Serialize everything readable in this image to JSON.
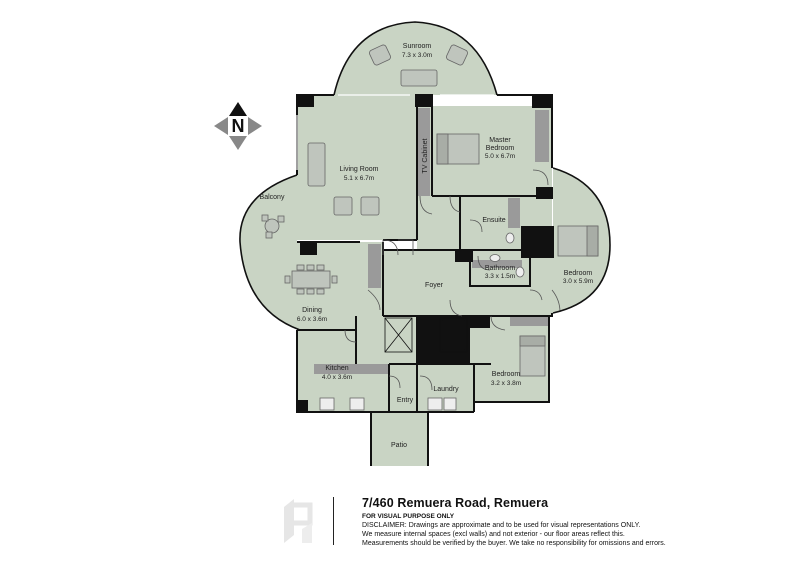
{
  "compass": {
    "letter": "N",
    "icon": "north-compass-icon"
  },
  "rooms": {
    "sunroom": {
      "label": "Sunroom",
      "dims": "7.3 x 3.0m"
    },
    "living": {
      "label": "Living Room",
      "dims": "5.1 x 6.7m"
    },
    "tv_cabinet": {
      "label": "TV Cabinet"
    },
    "master": {
      "label": "Master",
      "label2": "Bedroom",
      "dims": "5.0 x 6.7m"
    },
    "balcony": {
      "label": "Balcony"
    },
    "ensuite": {
      "label": "Ensuite"
    },
    "bedroom_right": {
      "label": "Bedroom",
      "dims": "3.0 x 5.9m"
    },
    "bathroom": {
      "label": "Bathroom",
      "dims": "3.3 x 1.5m"
    },
    "foyer": {
      "label": "Foyer"
    },
    "dining": {
      "label": "Dining",
      "dims": "6.0 x 3.6m"
    },
    "kitchen": {
      "label": "Kitchen",
      "dims": "4.0 x 3.6m"
    },
    "laundry": {
      "label": "Laundry"
    },
    "entry": {
      "label": "Entry"
    },
    "bedroom_bottom": {
      "label": "Bedroom",
      "dims": "3.2 x 3.8m"
    },
    "patio": {
      "label": "Patio"
    }
  },
  "footer": {
    "address": "7/460 Remuera Road, Remuera",
    "purpose": "FOR VISUAL PURPOSE ONLY",
    "disclaimer_label": "DISCLAIMER:",
    "disclaimer_line1": "Drawings are approximate and to be used for visual representations ONLY.",
    "disclaimer_line2": "We measure internal spaces (excl walls) and not exterior - our floor areas reflect this.",
    "disclaimer_line3": "Measurements should be verified by the buyer. We take no responsibility for omissions and errors."
  },
  "colors": {
    "floor": "#c9d4c4",
    "wall": "#111111",
    "furniture_fill": "#bfc5bd",
    "furniture_stroke": "#666666",
    "grey_block": "#9a9a9a"
  }
}
